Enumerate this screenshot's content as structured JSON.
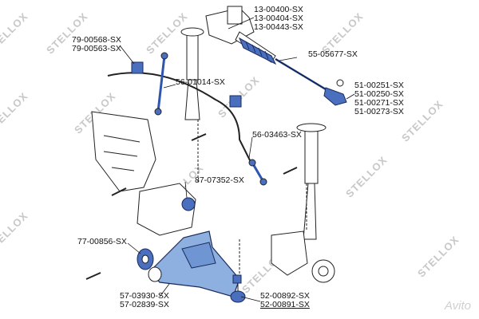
{
  "watermark": {
    "brand": "STELLOX"
  },
  "labels": {
    "rack": [
      "13-00400-SX",
      "13-00404-SX",
      "13-00443-SX"
    ],
    "stabilizer_bush": [
      "79-00568-SX",
      "79-00563-SX"
    ],
    "tie_rod": [
      "55-05677-SX"
    ],
    "front_link": [
      "56-01014-SX"
    ],
    "tie_rod_end": [
      "51-00251-SX",
      "51-00250-SX",
      "51-00271-SX",
      "51-00273-SX"
    ],
    "rear_link": [
      "56-03463-SX"
    ],
    "mount_bush": [
      "87-07352-SX"
    ],
    "arm_bush": [
      "77-00856-SX"
    ],
    "control_arm": [
      "57-03930-SX",
      "57-02839-SX"
    ],
    "ball_joint": [
      "52-00892-SX",
      "52-00891-SX"
    ]
  },
  "logo_text": "Avito",
  "colors": {
    "highlight_arm": "#8eb0e0",
    "highlight_text": "#1f3e9c"
  }
}
